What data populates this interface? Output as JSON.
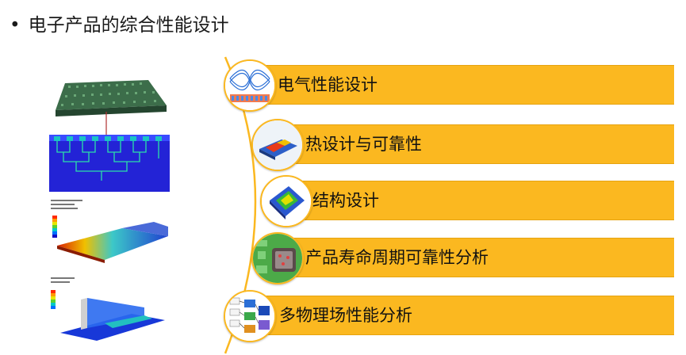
{
  "title": "电子产品的综合性能设计",
  "bullet": "•",
  "items": [
    {
      "label": "电气性能设计",
      "icon": "eye-diagram-icon"
    },
    {
      "label": "热设计与可靠性",
      "icon": "thermal-board-icon"
    },
    {
      "label": "结构设计",
      "icon": "structure-stress-icon"
    },
    {
      "label": "产品寿命周期可靠性分析",
      "icon": "reliability-board-icon"
    },
    {
      "label": "多物理场性能分析",
      "icon": "multiphysics-flow-icon"
    }
  ],
  "colors": {
    "accent": "#fbb820",
    "accent_border": "#e6a310"
  }
}
